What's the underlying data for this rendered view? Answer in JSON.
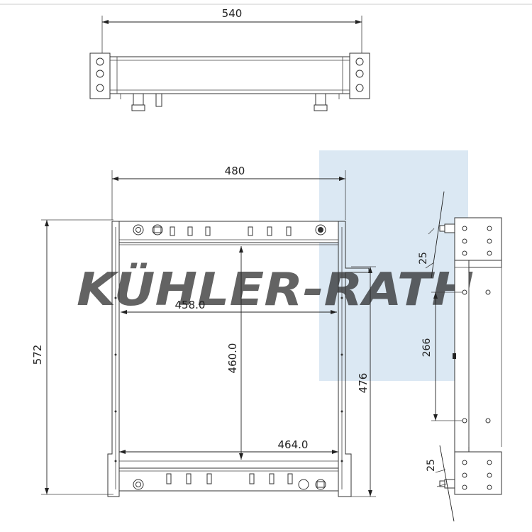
{
  "watermark": {
    "text": "KÜHLER-RATH",
    "sky_color": "#cfe0ef",
    "text_color": "#b8cde3"
  },
  "dimensions": {
    "top_width": "540",
    "front_width": "480",
    "core_width_upper": "458.0",
    "core_width_lower": "464.0",
    "core_height": "460.0",
    "total_height": "572",
    "side_height": "476",
    "side_offset_top": "25",
    "side_mount_spacing": "266",
    "side_offset_bottom": "25"
  },
  "colors": {
    "line": "#333333",
    "background": "#ffffff"
  }
}
